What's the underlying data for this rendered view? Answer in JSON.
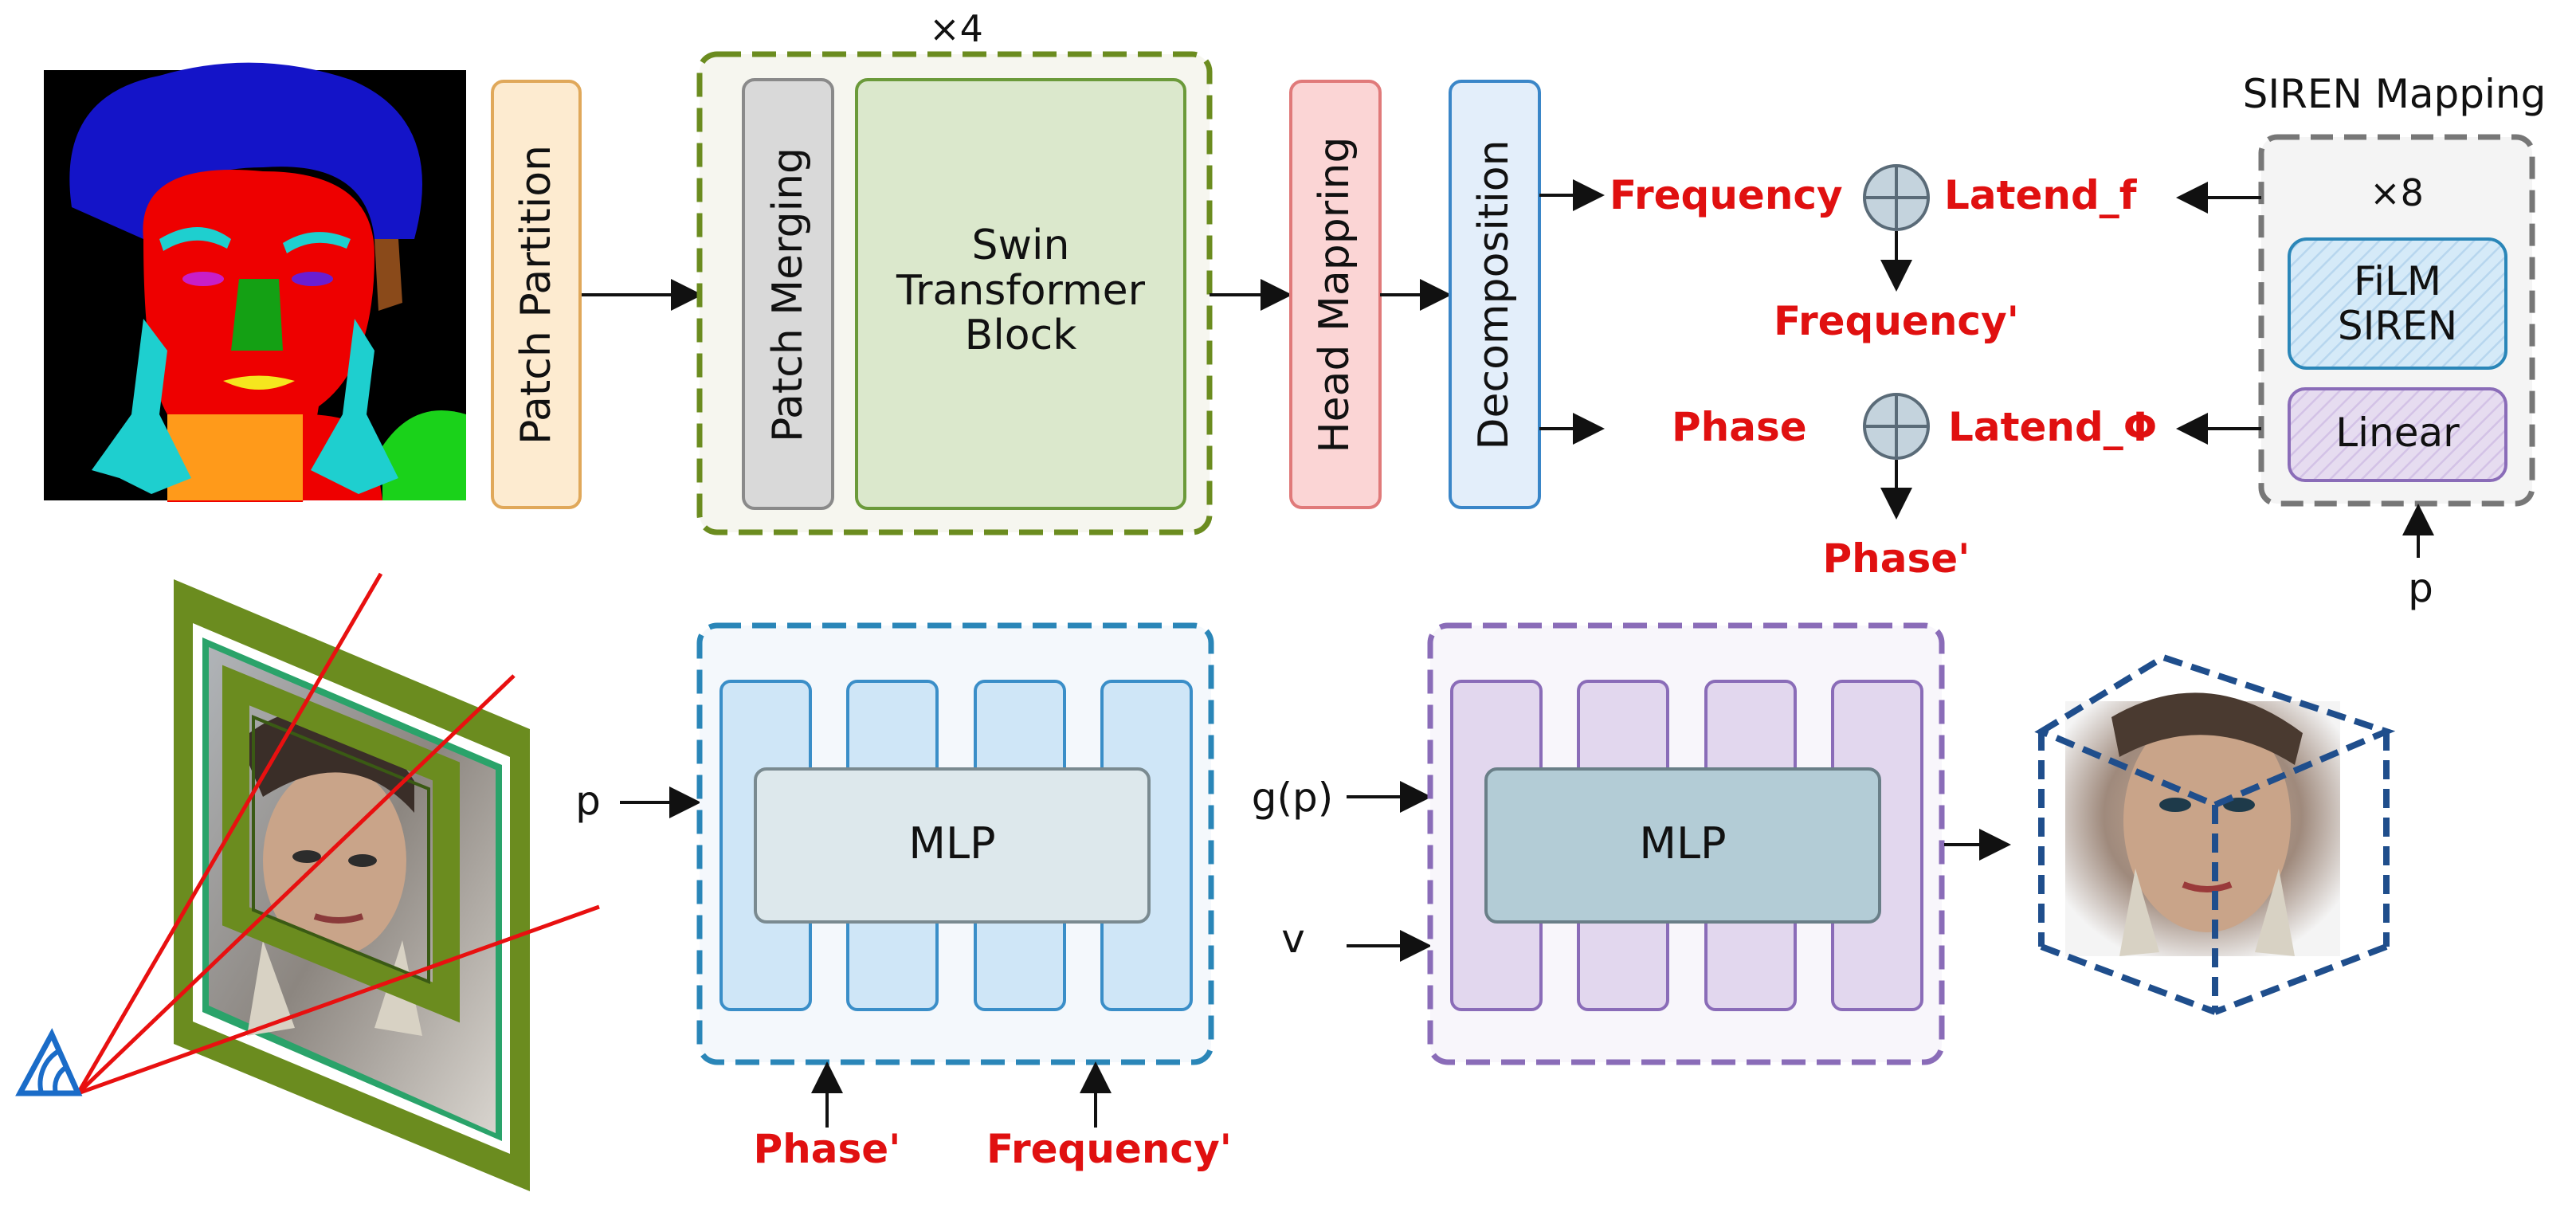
{
  "colors": {
    "red_label": "#e01010",
    "patch_partition": "#fdebd0",
    "patch_merging": "#d9d9d9",
    "swin_block": "#dbe8cc",
    "head_mapping": "#fbd5d5",
    "decomposition": "#e3eefa",
    "siren_film": "#d5eaf8",
    "siren_linear": "#e6dcf0",
    "mlp1_column": "#cfe6f7",
    "mlp2_column": "#e2d7ee",
    "green_frame": "#6b8c1f",
    "cube_edge": "#1f4e8c"
  },
  "top": {
    "repeat_swin": "×4",
    "patch_partition": "Patch Partition",
    "patch_merging": "Patch Merging",
    "swin_line1": "Swin",
    "swin_line2": "Transformer",
    "swin_line3": "Block",
    "head_mapping": "Head Mappring",
    "decomposition": "Decomposition",
    "frequency": "Frequency",
    "phase": "Phase",
    "latend_f": "Latend_f",
    "latend_phi": "Latend_Φ",
    "frequency_prime": "Frequency'",
    "phase_prime": "Phase'",
    "siren_title": "SIREN Mapping",
    "repeat_siren": "×8",
    "film_line1": "FiLM",
    "film_line2": "SIREN",
    "linear": "Linear",
    "p_input": "p"
  },
  "bottom": {
    "p_input": "p",
    "mlp1": "MLP",
    "phase_prime": "Phase'",
    "frequency_prime": "Frequency'",
    "gp_input": "g(p)",
    "v_input": "v",
    "mlp2": "MLP"
  }
}
